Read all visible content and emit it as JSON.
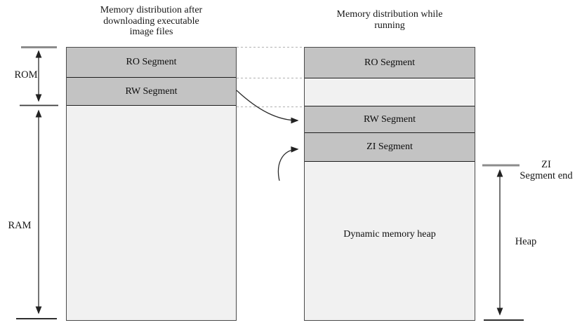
{
  "titles": {
    "left": [
      "Memory distribution after",
      "downloading executable",
      "image files"
    ],
    "right": [
      "Memory distribution while",
      "running"
    ]
  },
  "columns": {
    "left": {
      "segments": [
        {
          "label": "RO Segment"
        },
        {
          "label": "RW Segment"
        },
        {
          "label": ""
        }
      ]
    },
    "right": {
      "segments": [
        {
          "label": "RO Segment"
        },
        {
          "label": ""
        },
        {
          "label": "RW Segment"
        },
        {
          "label": "ZI Segment"
        },
        {
          "label": "Dynamic memory heap"
        }
      ]
    }
  },
  "side_labels": {
    "rom": "ROM",
    "ram": "RAM",
    "zi_end_line1": "ZI",
    "zi_end_line2": "Segment end",
    "heap": "Heap"
  },
  "colors": {
    "segment_fill": "#c3c3c3",
    "empty_fill": "#f1f1f1",
    "column_border": "#4a4a4a",
    "segment_divider": "#1d1d1d",
    "dashed_connector": "#bdbdbd",
    "arrow_stroke": "#2b2b2b",
    "gray_tick": "#8c8c8c",
    "background": "#ffffff"
  }
}
